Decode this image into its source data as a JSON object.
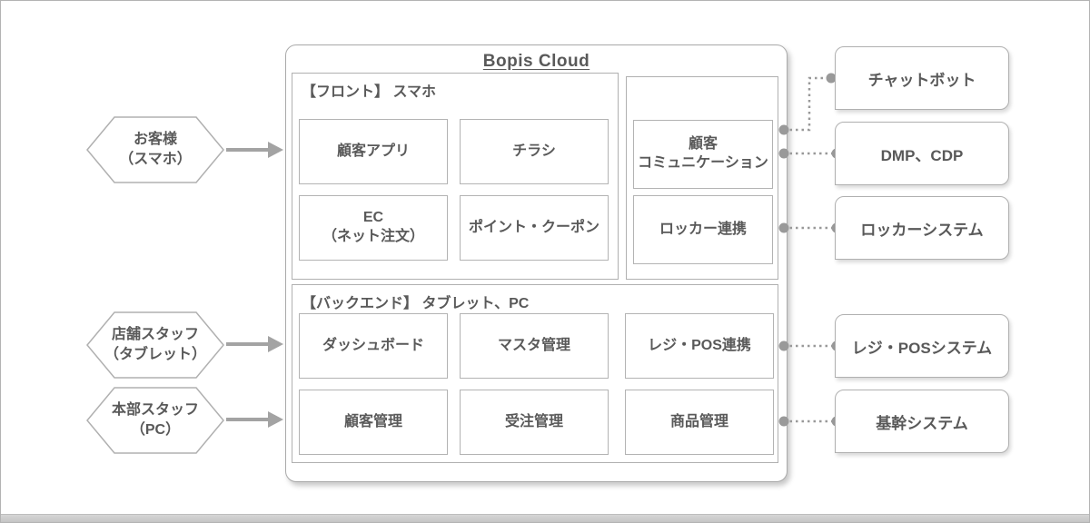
{
  "title": "Bopis Cloud",
  "colors": {
    "text": "#595959",
    "border": "#b0b0b0",
    "arrow": "#a3a3a3",
    "connector": "#999999",
    "background": "#ffffff"
  },
  "actors": [
    {
      "id": "customer",
      "label": "お客様\n（スマホ）"
    },
    {
      "id": "store-staff",
      "label": "店舗スタッフ\n（タブレット）"
    },
    {
      "id": "hq-staff",
      "label": "本部スタッフ\n（PC）"
    }
  ],
  "cloud": {
    "title": "Bopis Cloud",
    "front": {
      "label": "【フロント】 スマホ",
      "boxes": [
        "顧客アプリ",
        "チラシ",
        "EC\n（ネット注文）",
        "ポイント・クーポン"
      ]
    },
    "comm": {
      "boxes": [
        "顧客\nコミュニケーション",
        "ロッカー連携"
      ]
    },
    "backend": {
      "label": "【バックエンド】 タブレット、PC",
      "boxes": [
        "ダッシュボード",
        "マスタ管理",
        "レジ・POS連携",
        "顧客管理",
        "受注管理",
        "商品管理"
      ]
    }
  },
  "external_systems": [
    "チャットボット",
    "DMP、CDP",
    "ロッカーシステム",
    "レジ・POSシステム",
    "基幹システム"
  ]
}
